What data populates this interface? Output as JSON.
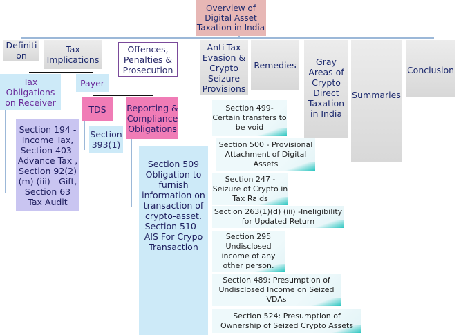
{
  "root": "Overview of Digital Asset Taxation in India",
  "top": [
    "Definiti on",
    "Tax Implications",
    "Offences, Penalties & Prosecution",
    "Anti-Tax Evasion & Crypto Seizure Provisions",
    "Remedies",
    "Gray Areas of Crypto Direct Taxation in India",
    "Summaries",
    "Conclusion"
  ],
  "tax": {
    "receiver": "Tax Obligations on Receiver",
    "payer": "Payer",
    "tds": "TDS",
    "reporting": "Reporting & Compliance Obligations",
    "s393": "Section 393(1)",
    "s194": "Section 194 - Income Tax, Section 403- Advance Tax , Section 92(2)(m) (iii) - Gift, Section 63 Tax Audit",
    "s509": "Section 509 Obligation to furnish information on transaction of crypto-asset. Section 510 - AIS For Crypo Transaction"
  },
  "sections": [
    "Section 499- Certain transfers to be void",
    "Section 500 - Provisional Attachment of Digital Assets",
    "Section 247 - Seizure of Crypto in Tax Raids",
    "Section 263(1)(d) (iii) -Ineligibility for Updated Return",
    "Section 295 Undisclosed income of any other person.",
    "Section 489: Presumption of Undisclosed Income on Seized VDAs",
    "Section 524: Presumption of Ownership of Seized Crypto Assets"
  ]
}
